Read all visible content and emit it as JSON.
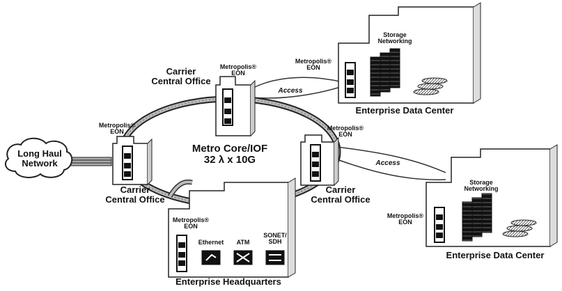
{
  "network": {
    "core_line1": "Metro Core/IOF",
    "core_line2": "32 λ x 10G",
    "long_haul_line1": "Long Haul",
    "long_haul_line2": "Network"
  },
  "offices": {
    "top": {
      "line1": "Carrier",
      "line2": "Central Office",
      "device": "Metropolis®",
      "device2": "EON"
    },
    "left": {
      "line1": "Carrier",
      "line2": "Central Office",
      "device": "Metropolis®",
      "device2": "EON"
    },
    "right": {
      "line1": "Carrier",
      "line2": "Central Office",
      "device": "Metropolis®",
      "device2": "EON"
    }
  },
  "data_center_top": {
    "title": "Enterprise Data Center",
    "storage_line1": "Storage",
    "storage_line2": "Networking",
    "device": "Metropolis®",
    "device2": "EON",
    "access": "Access"
  },
  "data_center_right": {
    "title": "Enterprise Data Center",
    "storage_line1": "Storage",
    "storage_line2": "Networking",
    "device": "Metropolis®",
    "device2": "EON",
    "access": "Access"
  },
  "headquarters": {
    "title": "Enterprise Headquarters",
    "device": "Metropolis®",
    "device2": "EON",
    "ethernet": "Ethernet",
    "atm": "ATM",
    "sonet_line1": "SONET/",
    "sonet_line2": "SDH"
  }
}
